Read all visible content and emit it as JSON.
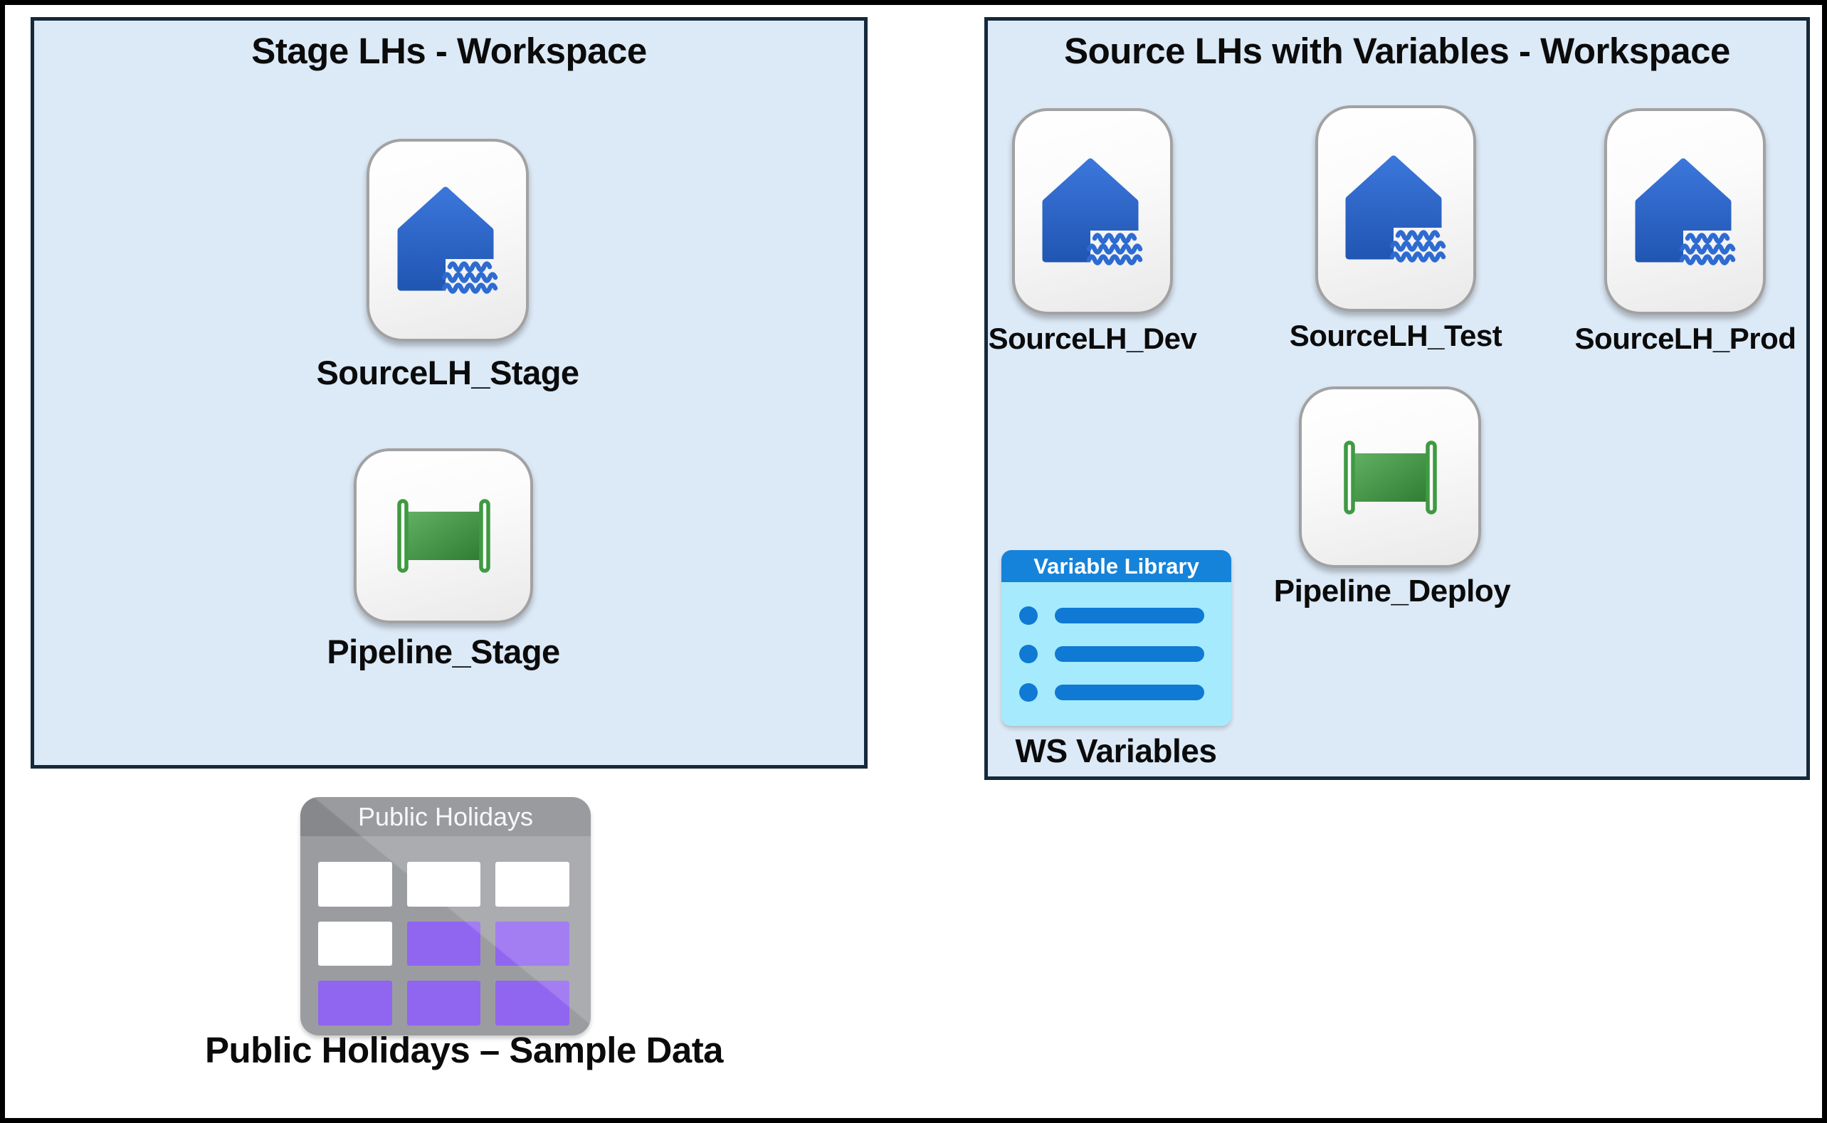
{
  "workspaces": {
    "stage": {
      "title": "Stage LHs - Workspace",
      "items": [
        {
          "label": "SourceLH_Stage",
          "type": "lakehouse"
        },
        {
          "label": "Pipeline_Stage",
          "type": "pipeline"
        }
      ]
    },
    "source": {
      "title": "Source LHs with Variables - Workspace",
      "items": [
        {
          "label": "SourceLH_Dev",
          "type": "lakehouse"
        },
        {
          "label": "SourceLH_Test",
          "type": "lakehouse"
        },
        {
          "label": "SourceLH_Prod",
          "type": "lakehouse"
        },
        {
          "label": "Pipeline_Deploy",
          "type": "pipeline"
        },
        {
          "label": "WS Variables",
          "type": "variable-library",
          "icon_title": "Variable Library",
          "rows": 3
        }
      ]
    }
  },
  "sample_data": {
    "icon_title": "Public Holidays",
    "label": "Public Holidays – Sample Data",
    "cells": [
      [
        "white",
        "white",
        "white"
      ],
      [
        "white",
        "purple",
        "purple"
      ],
      [
        "purple",
        "purple",
        "purple"
      ]
    ]
  },
  "colors": {
    "workspace_fill": "#dce9f6",
    "workspace_border": "#15293b",
    "outer_frame": "#000000",
    "lakehouse_blue_top": "#3b76da",
    "lakehouse_blue_bottom": "#2156b3",
    "wave_blue": "#2e6bd1",
    "pipeline_green_light": "#62b062",
    "pipeline_green_dark": "#2f7d33",
    "pipeline_stroke": "#3f9a42",
    "variable_library_header": "#1583da",
    "variable_library_body": "#a5ebfd",
    "variable_library_rows": "#0f79d4",
    "table_header_gray": "#87888c",
    "table_body_gray": "#9b9ca0",
    "table_purple": "#9065ef",
    "card_border": "#a2a2a2"
  }
}
